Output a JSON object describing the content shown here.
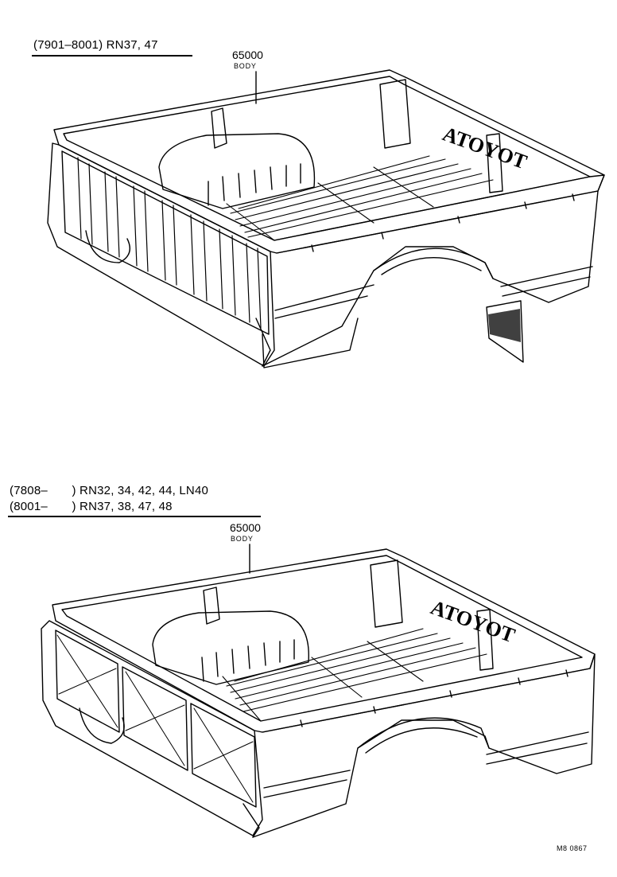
{
  "top": {
    "range_label": "(7901–8001) RN37, 47",
    "part_number": "65000",
    "part_name": "BODY",
    "tailgate_text": "ATOYOT"
  },
  "bottom": {
    "range_label_1": "(7808–       ) RN32, 34, 42, 44, LN40",
    "range_label_2": "(8001–       ) RN37, 38, 47, 48",
    "part_number": "65000",
    "part_name": "BODY",
    "tailgate_text": "ATOYOT"
  },
  "figure_code": "M8  0867",
  "colors": {
    "ink": "#000000",
    "paper": "#ffffff"
  }
}
